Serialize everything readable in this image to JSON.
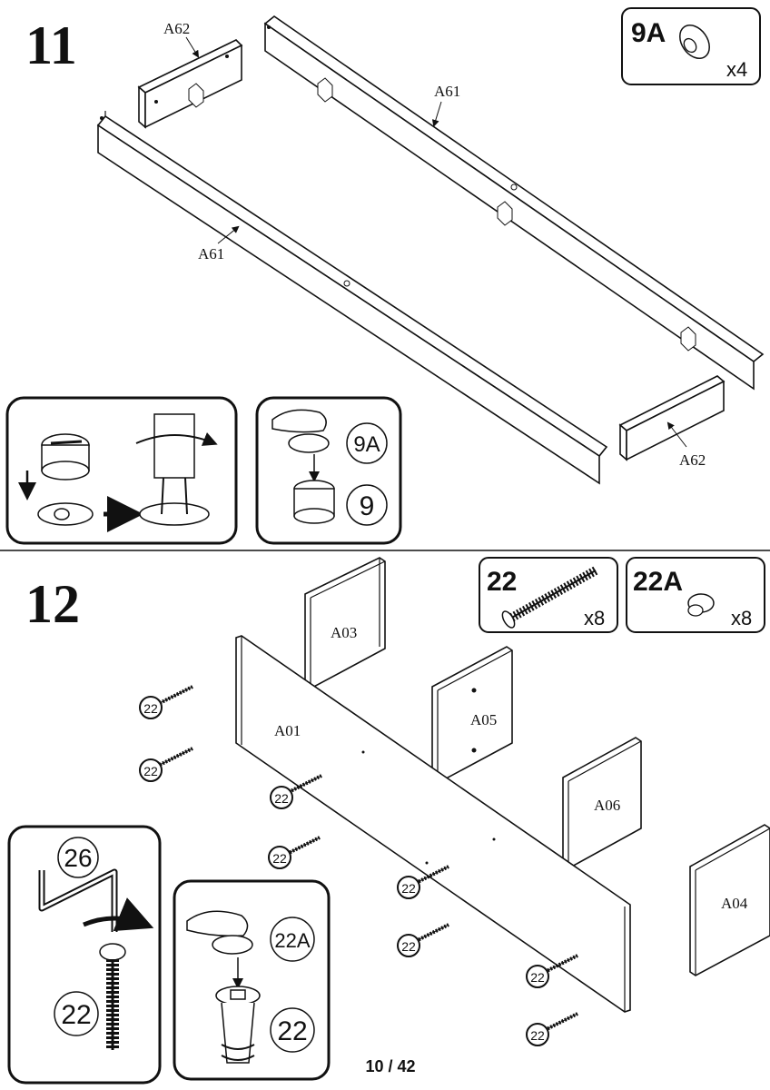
{
  "page_number": "10 / 42",
  "step11": {
    "number": "11",
    "labels": {
      "a62_top": "A62",
      "a61_right": "A61",
      "a61_left": "A61",
      "a62_bottom": "A62"
    },
    "hardware": {
      "code": "9A",
      "qty": "x4"
    },
    "detail_labels": {
      "cam_cap": "9A",
      "cam": "9"
    }
  },
  "step12": {
    "number": "12",
    "labels": {
      "a03": "A03",
      "a01": "A01",
      "a05": "A05",
      "a06": "A06",
      "a04": "A04"
    },
    "hardware": [
      {
        "code": "22",
        "qty": "x8"
      },
      {
        "code": "22A",
        "qty": "x8"
      }
    ],
    "screw_label": "22",
    "detail_labels": {
      "allen_key": "26",
      "screw": "22",
      "cap": "22A",
      "screw2": "22"
    }
  }
}
